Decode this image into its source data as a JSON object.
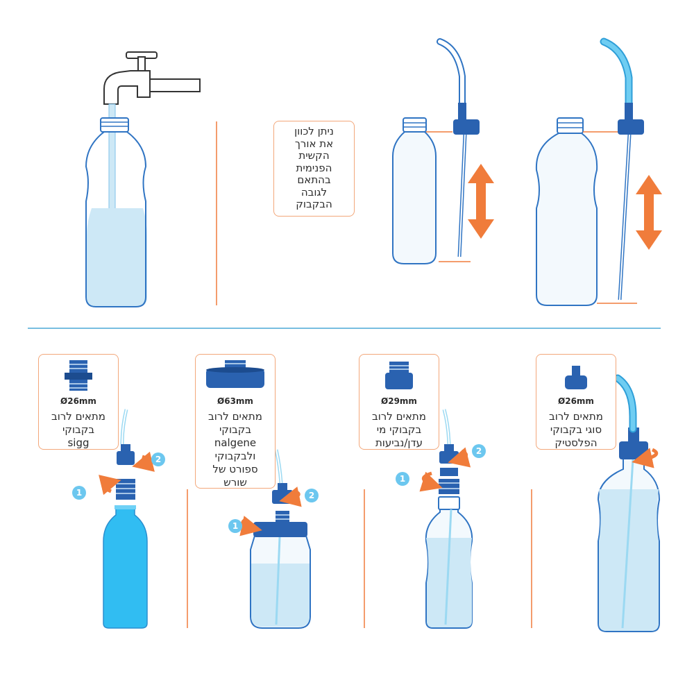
{
  "colors": {
    "outline": "#2f74c3",
    "water": "#cde8f6",
    "tube": "#9bd9f2",
    "cap": "#2a62b0",
    "cap_dark": "#1c4c8f",
    "arrow": "#f07c3b",
    "divider": "#f07c3b",
    "horizontal_rule": "#4aa9d6",
    "badge": "#6cc7ef",
    "sigg_bottle": "#31bdf2"
  },
  "top": {
    "instruction": "ניתן לכוון\nאת אורך\nהקשית\nהפנימית\nבהתאם\nלגובה\nהבקבוק"
  },
  "adapters": [
    {
      "size": "Ø26mm",
      "label": "מתאים לרוב\nבקבוקי\nsigg",
      "icon": "threaded-adapter-icon"
    },
    {
      "size": "Ø63mm",
      "label": "מתאים לרוב\nבקבוקי\nnalgene\nולבקבוקי\nספורט של\nשורש",
      "icon": "wide-cap-adapter-icon"
    },
    {
      "size": "Ø29mm",
      "label": "מתאים לרוב\nבקבוקי מי\nעדן/נביעות",
      "icon": "cap-adapter-icon"
    },
    {
      "size": "Ø26mm",
      "label": "מתאים לרוב\nסוגי בקבוקי\nהפלסטיק",
      "icon": "sport-cap-icon"
    }
  ],
  "steps": [
    "1",
    "2"
  ]
}
